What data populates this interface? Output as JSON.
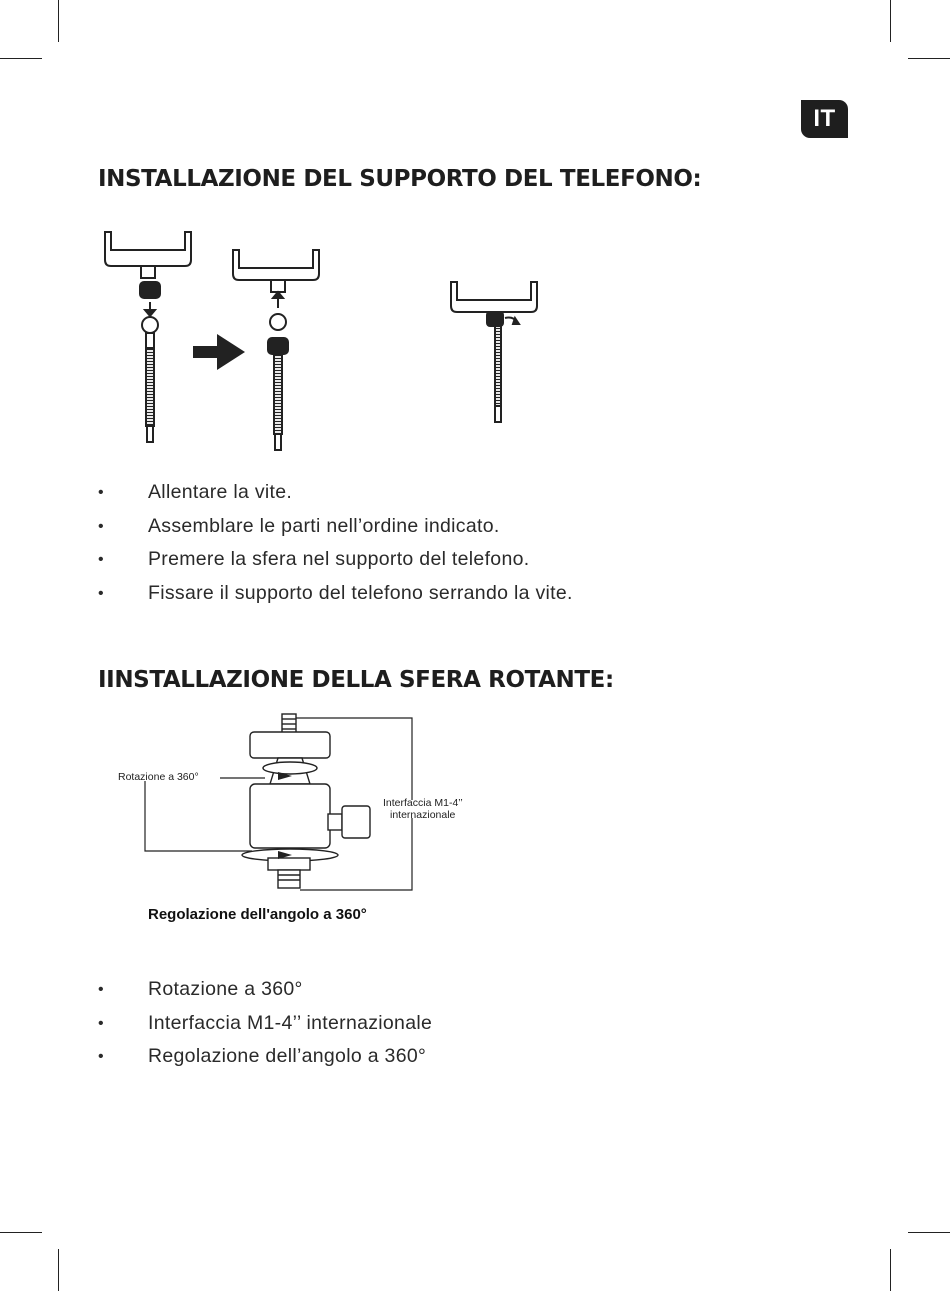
{
  "lang_tab": "IT",
  "section1": {
    "heading": "INSTALLAZIONE DEL SUPPORTO DEL TELEFONO:",
    "steps": [
      "Allentare la vite.",
      "Assemblare le parti nell’ordine indicato.",
      "Premere la sfera nel supporto del telefono.",
      "Fissare il supporto del telefono serrando la vite."
    ]
  },
  "section2": {
    "heading": "IINSTALLAZIONE DELLA SFERA ROTANTE:",
    "diagram": {
      "label_rotation": "Rotazione a 360°",
      "label_interface_1": "Interfaccia M1-4’’",
      "label_interface_2": "internazionale",
      "caption": "Regolazione dell'angolo a 360°"
    },
    "features": [
      "Rotazione a 360°",
      "Interfaccia M1-4’’ internazionale",
      "Regolazione dell’angolo a 360°"
    ]
  },
  "bullet_char": "•"
}
